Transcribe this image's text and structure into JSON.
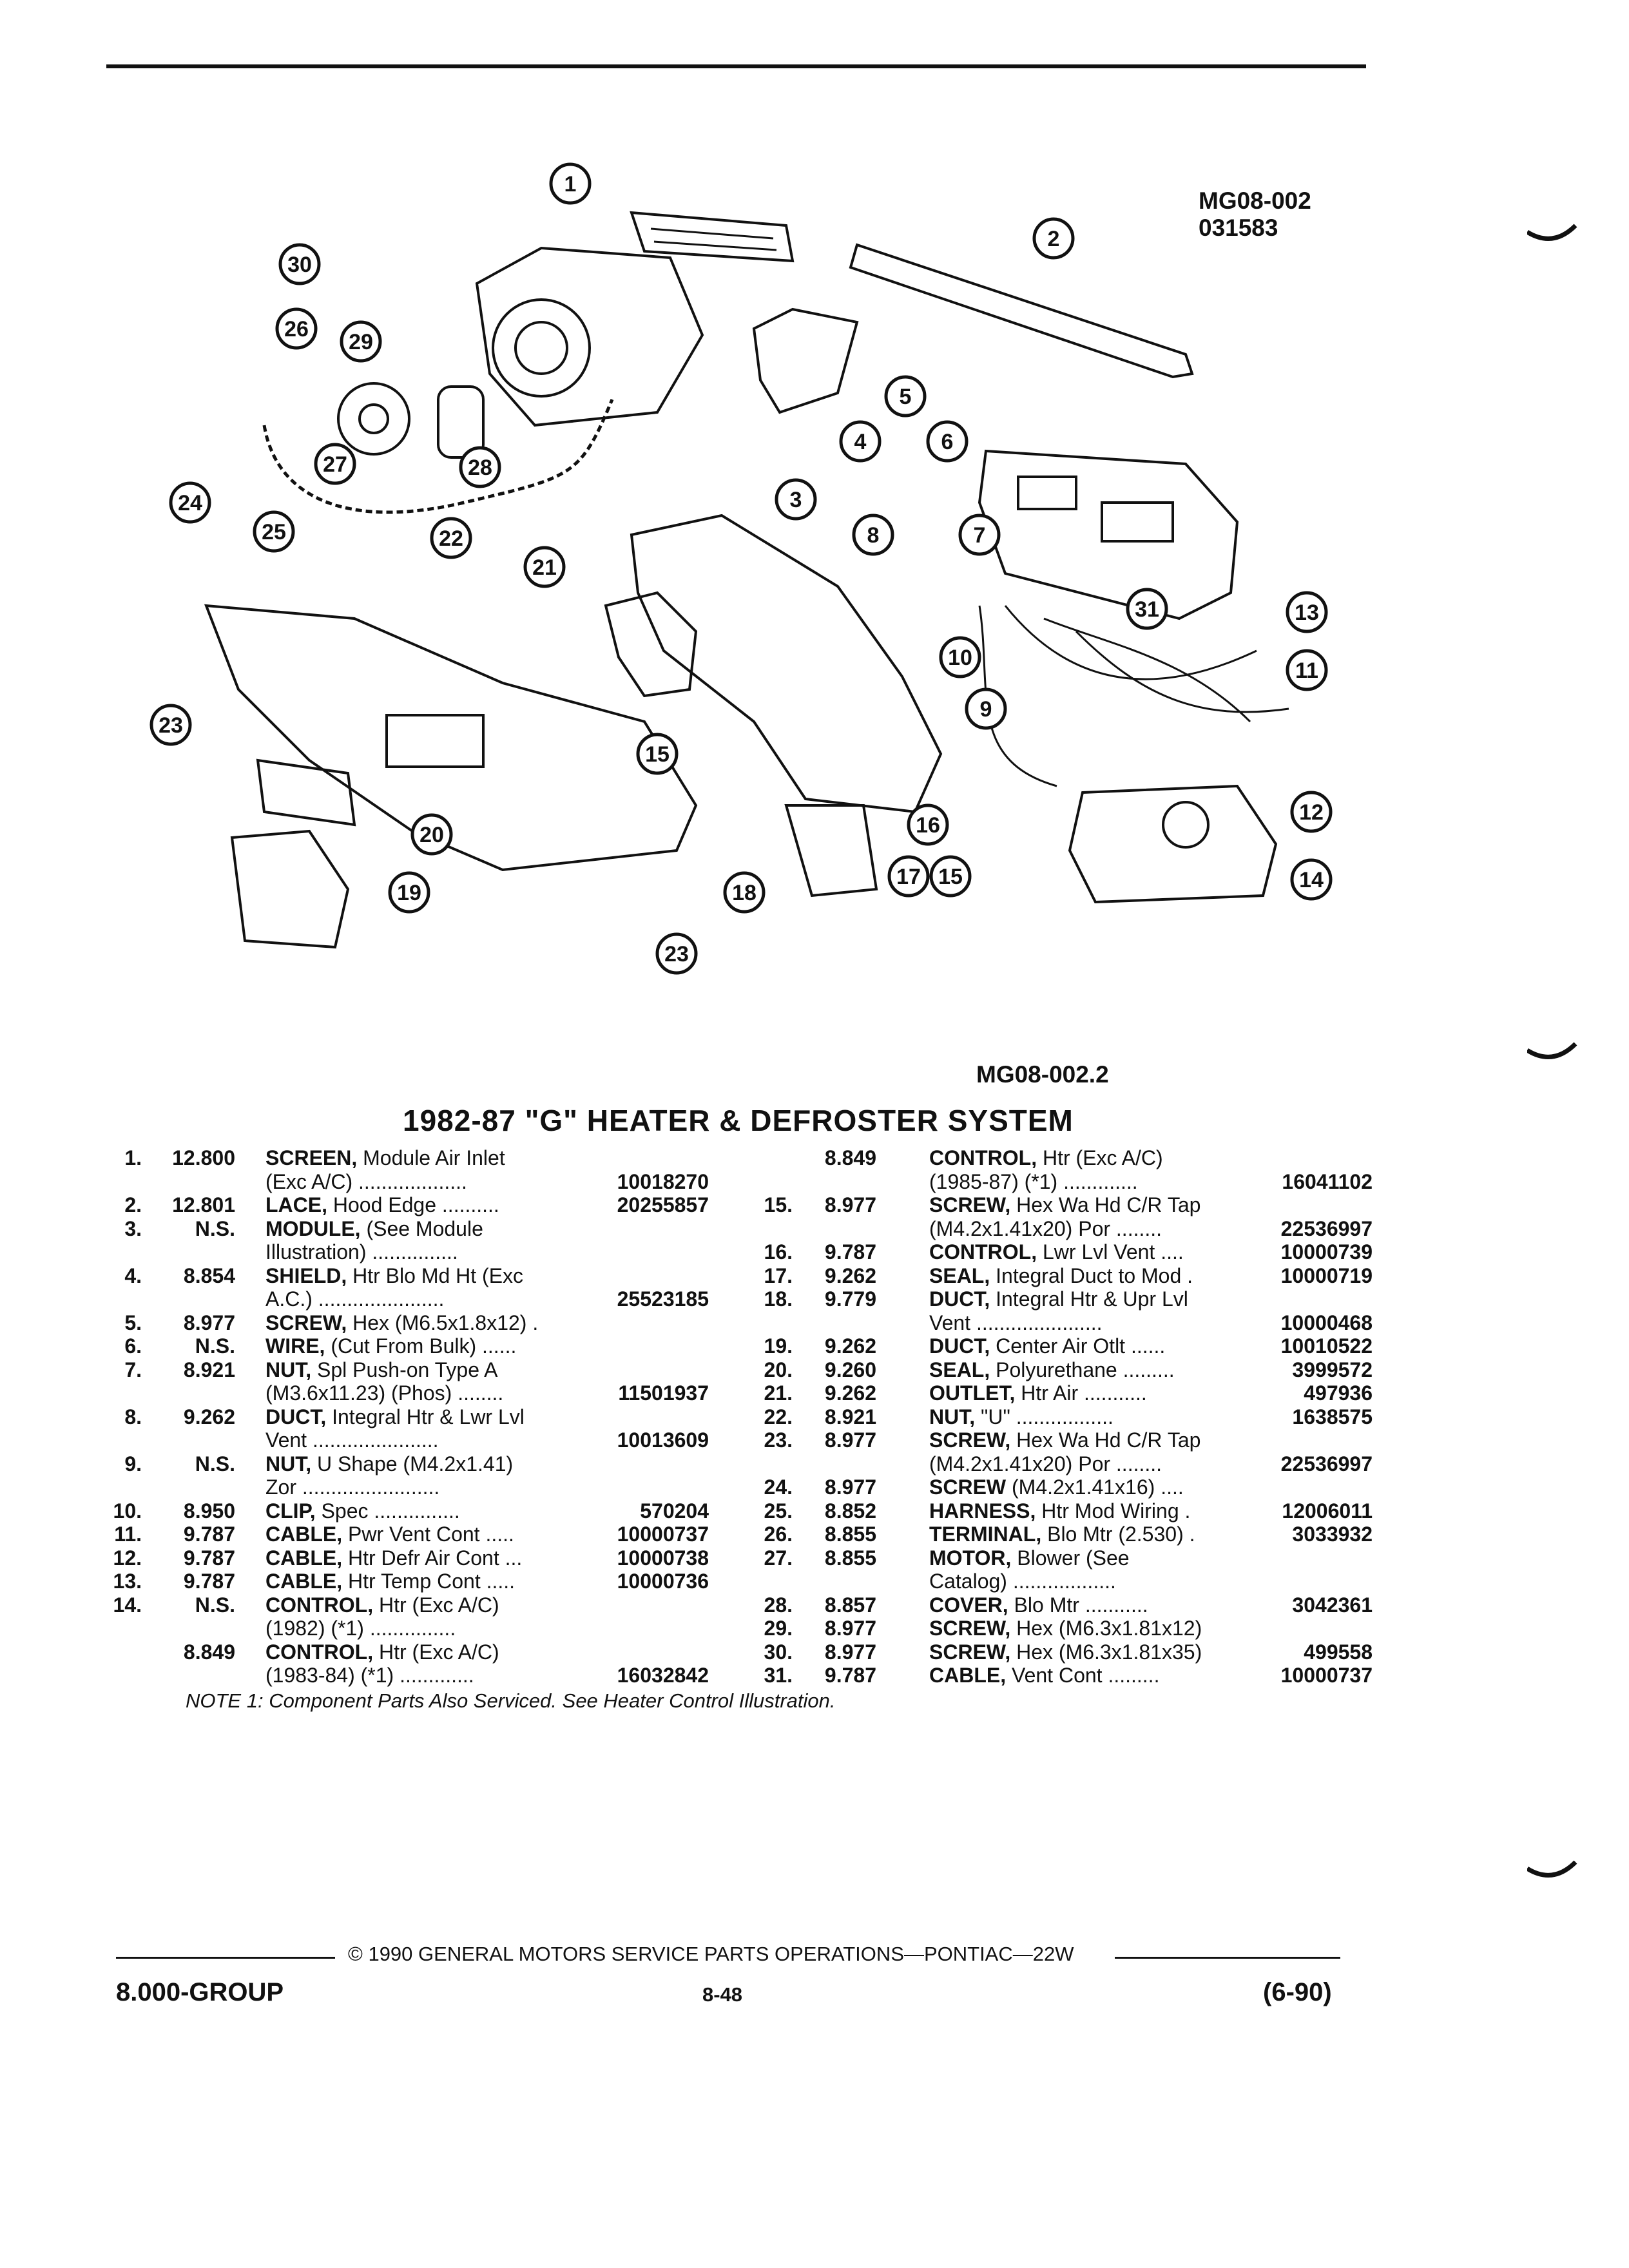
{
  "header": {
    "drawing_code": "MG08-002",
    "drawing_date": "031583",
    "illustration_code": "MG08-002.2"
  },
  "diagram": {
    "callouts": [
      "1",
      "2",
      "3",
      "4",
      "5",
      "6",
      "7",
      "8",
      "9",
      "10",
      "11",
      "12",
      "13",
      "14",
      "15",
      "15",
      "16",
      "17",
      "18",
      "19",
      "20",
      "21",
      "22",
      "23",
      "23",
      "24",
      "25",
      "26",
      "27",
      "28",
      "29",
      "30",
      "31"
    ]
  },
  "title": "1982-87 \"G\" HEATER & DEFROSTER SYSTEM",
  "parts_left": [
    {
      "num": "1.",
      "group": "12.800",
      "name": "SCREEN,",
      "desc": "Module Air Inlet",
      "part": ""
    },
    {
      "num": "",
      "group": "",
      "name": "",
      "desc": "(Exc A/C) ...................",
      "part": "10018270"
    },
    {
      "num": "2.",
      "group": "12.801",
      "name": "LACE,",
      "desc": "Hood Edge ..........",
      "part": "20255857"
    },
    {
      "num": "3.",
      "group": "N.S.",
      "name": "MODULE,",
      "desc": "(See Module",
      "part": ""
    },
    {
      "num": "",
      "group": "",
      "name": "",
      "desc": "Illustration) ...............",
      "part": ""
    },
    {
      "num": "4.",
      "group": "8.854",
      "name": "SHIELD,",
      "desc": "Htr Blo Md Ht (Exc",
      "part": ""
    },
    {
      "num": "",
      "group": "",
      "name": "",
      "desc": "A.C.) ......................",
      "part": "25523185"
    },
    {
      "num": "5.",
      "group": "8.977",
      "name": "SCREW,",
      "desc": "Hex (M6.5x1.8x12) .",
      "part": ""
    },
    {
      "num": "6.",
      "group": "N.S.",
      "name": "WIRE,",
      "desc": "(Cut From Bulk) ......",
      "part": ""
    },
    {
      "num": "7.",
      "group": "8.921",
      "name": "NUT,",
      "desc": "Spl Push-on Type A",
      "part": ""
    },
    {
      "num": "",
      "group": "",
      "name": "",
      "desc": "(M3.6x11.23) (Phos) ........",
      "part": "11501937"
    },
    {
      "num": "8.",
      "group": "9.262",
      "name": "DUCT,",
      "desc": "Integral Htr & Lwr Lvl",
      "part": ""
    },
    {
      "num": "",
      "group": "",
      "name": "",
      "desc": "Vent ......................",
      "part": "10013609"
    },
    {
      "num": "9.",
      "group": "N.S.",
      "name": "NUT,",
      "desc": "U Shape (M4.2x1.41)",
      "part": ""
    },
    {
      "num": "",
      "group": "",
      "name": "",
      "desc": "Zor ........................",
      "part": ""
    },
    {
      "num": "10.",
      "group": "8.950",
      "name": "CLIP,",
      "desc": "Spec ...............",
      "part": "570204"
    },
    {
      "num": "11.",
      "group": "9.787",
      "name": "CABLE,",
      "desc": "Pwr Vent Cont .....",
      "part": "10000737"
    },
    {
      "num": "12.",
      "group": "9.787",
      "name": "CABLE,",
      "desc": "Htr Defr Air Cont ...",
      "part": "10000738"
    },
    {
      "num": "13.",
      "group": "9.787",
      "name": "CABLE,",
      "desc": "Htr Temp Cont .....",
      "part": "10000736"
    },
    {
      "num": "14.",
      "group": "N.S.",
      "name": "CONTROL,",
      "desc": "Htr (Exc A/C)",
      "part": ""
    },
    {
      "num": "",
      "group": "",
      "name": "",
      "desc": "(1982) (*1) ...............",
      "part": ""
    },
    {
      "num": "",
      "group": "8.849",
      "name": "CONTROL,",
      "desc": "Htr (Exc A/C)",
      "part": ""
    },
    {
      "num": "",
      "group": "",
      "name": "",
      "desc": "(1983-84) (*1) .............",
      "part": "16032842"
    }
  ],
  "parts_right": [
    {
      "num": "",
      "group": "8.849",
      "name": "CONTROL,",
      "desc": "Htr (Exc A/C)",
      "part": ""
    },
    {
      "num": "",
      "group": "",
      "name": "",
      "desc": "(1985-87) (*1) .............",
      "part": "16041102"
    },
    {
      "num": "15.",
      "group": "8.977",
      "name": "SCREW,",
      "desc": "Hex Wa Hd C/R Tap",
      "part": ""
    },
    {
      "num": "",
      "group": "",
      "name": "",
      "desc": "(M4.2x1.41x20) Por ........",
      "part": "22536997"
    },
    {
      "num": "16.",
      "group": "9.787",
      "name": "CONTROL,",
      "desc": "Lwr Lvl Vent ....",
      "part": "10000739"
    },
    {
      "num": "17.",
      "group": "9.262",
      "name": "SEAL,",
      "desc": "Integral Duct to Mod .",
      "part": "10000719"
    },
    {
      "num": "18.",
      "group": "9.779",
      "name": "DUCT,",
      "desc": "Integral Htr & Upr Lvl",
      "part": ""
    },
    {
      "num": "",
      "group": "",
      "name": "",
      "desc": "Vent ......................",
      "part": "10000468"
    },
    {
      "num": "19.",
      "group": "9.262",
      "name": "DUCT,",
      "desc": "Center Air Otlt ......",
      "part": "10010522"
    },
    {
      "num": "20.",
      "group": "9.260",
      "name": "SEAL,",
      "desc": "Polyurethane .........",
      "part": "3999572"
    },
    {
      "num": "21.",
      "group": "9.262",
      "name": "OUTLET,",
      "desc": "Htr Air ...........",
      "part": "497936"
    },
    {
      "num": "22.",
      "group": "8.921",
      "name": "NUT,",
      "desc": "\"U\" .................",
      "part": "1638575"
    },
    {
      "num": "23.",
      "group": "8.977",
      "name": "SCREW,",
      "desc": "Hex Wa Hd C/R Tap",
      "part": ""
    },
    {
      "num": "",
      "group": "",
      "name": "",
      "desc": "(M4.2x1.41x20) Por ........",
      "part": "22536997"
    },
    {
      "num": "24.",
      "group": "8.977",
      "name": "SCREW",
      "desc": "(M4.2x1.41x16) ....",
      "part": ""
    },
    {
      "num": "25.",
      "group": "8.852",
      "name": "HARNESS,",
      "desc": "Htr Mod Wiring .",
      "part": "12006011"
    },
    {
      "num": "26.",
      "group": "8.855",
      "name": "TERMINAL,",
      "desc": "Blo Mtr (2.530) .",
      "part": "3033932"
    },
    {
      "num": "27.",
      "group": "8.855",
      "name": "MOTOR,",
      "desc": "Blower (See",
      "part": ""
    },
    {
      "num": "",
      "group": "",
      "name": "",
      "desc": "Catalog) ..................",
      "part": ""
    },
    {
      "num": "28.",
      "group": "8.857",
      "name": "COVER,",
      "desc": "Blo Mtr ...........",
      "part": "3042361"
    },
    {
      "num": "29.",
      "group": "8.977",
      "name": "SCREW,",
      "desc": "Hex (M6.3x1.81x12)",
      "part": ""
    },
    {
      "num": "30.",
      "group": "8.977",
      "name": "SCREW,",
      "desc": "Hex (M6.3x1.81x35)",
      "part": "499558"
    },
    {
      "num": "31.",
      "group": "9.787",
      "name": "CABLE,",
      "desc": "Vent Cont .........",
      "part": "10000737"
    }
  ],
  "note": "NOTE 1: Component Parts Also Serviced. See Heater Control Illustration.",
  "footer": {
    "copyright": "© 1990 GENERAL MOTORS SERVICE PARTS OPERATIONS—PONTIAC—22W",
    "group": "8.000-GROUP",
    "page": "8-48",
    "date": "(6-90)"
  }
}
